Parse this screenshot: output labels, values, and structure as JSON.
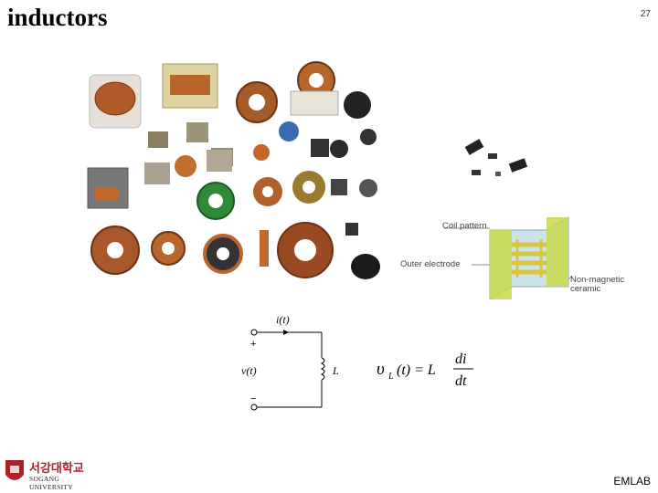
{
  "slide": {
    "title": "inductors",
    "page_number": "27",
    "footer": "EMLAB"
  },
  "logo": {
    "korean_name": "서강대학교",
    "english_name": "SOGANG UNIVERSITY"
  },
  "coil_diagram": {
    "label_coil": "Coil pattern",
    "label_electrode": "Outer electrode",
    "label_ceramic_1": "Non-magnetic",
    "label_ceramic_2": "ceramic"
  },
  "circuit": {
    "current": "i(t)",
    "voltage": "v(t)",
    "plus": "+",
    "minus": "−",
    "inductor": "L"
  },
  "formula": {
    "lhs": "υ",
    "lhs_sub": "L",
    "lhs_arg": "(t) = L",
    "num": "di",
    "den": "dt"
  }
}
